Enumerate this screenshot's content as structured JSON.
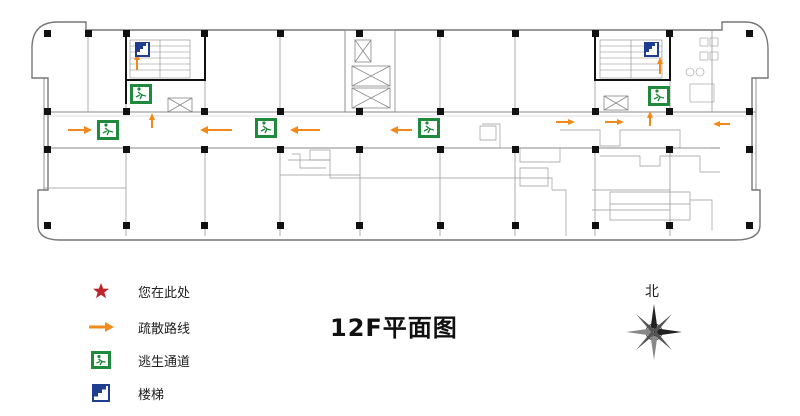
{
  "title": "12F平面图",
  "compass": {
    "north_label": "北"
  },
  "legend": [
    {
      "symbol": "star-icon",
      "label": "您在此处",
      "color": "#c0242b"
    },
    {
      "symbol": "arrow-right-icon",
      "label": "疏散路线",
      "color": "#f08a1c"
    },
    {
      "symbol": "emergency-exit-icon",
      "label": "逃生通道",
      "color": "#1f8a3c"
    },
    {
      "symbol": "stairs-icon",
      "label": "楼梯",
      "color": "#1f3e8f"
    }
  ],
  "colors": {
    "wall": "#555555",
    "column": "#111111",
    "arrow": "#f08a1c",
    "exit": "#1f8a3c",
    "stairs": "#1f3e8f"
  }
}
